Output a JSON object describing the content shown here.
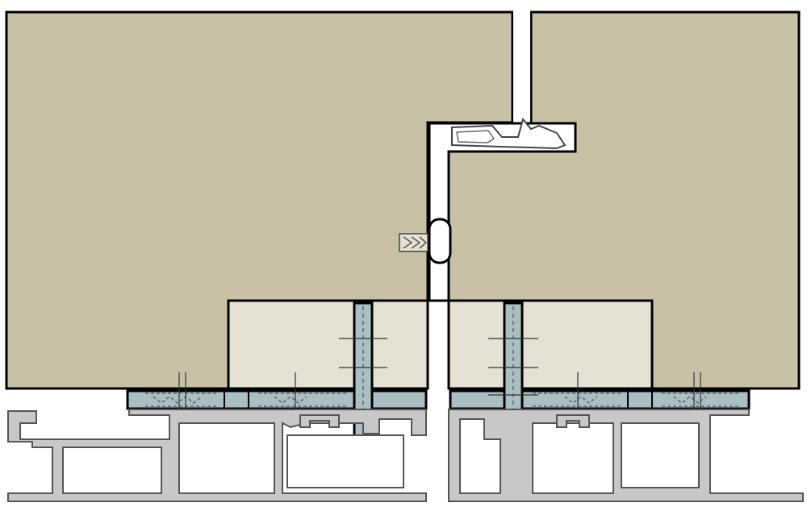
{
  "diagram": {
    "kind": "section",
    "colors": {
      "panel": "#c8c1a6",
      "insulation": "#e5e1d3",
      "steel": "#a9bfc4",
      "aluminium": "#c8c8c8",
      "outline": "#000000",
      "seal": "#ffffff"
    },
    "parts": [
      {
        "id": "panel-left",
        "label": ""
      },
      {
        "id": "panel-right",
        "label": ""
      },
      {
        "id": "insulation-block-left",
        "label": ""
      },
      {
        "id": "insulation-block-right",
        "label": ""
      },
      {
        "id": "gasket-seal",
        "label": ""
      },
      {
        "id": "setting-block",
        "label": ""
      },
      {
        "id": "fixing-bar",
        "label": ""
      },
      {
        "id": "mullion-profile-left",
        "label": ""
      },
      {
        "id": "mullion-profile-right",
        "label": ""
      }
    ]
  }
}
